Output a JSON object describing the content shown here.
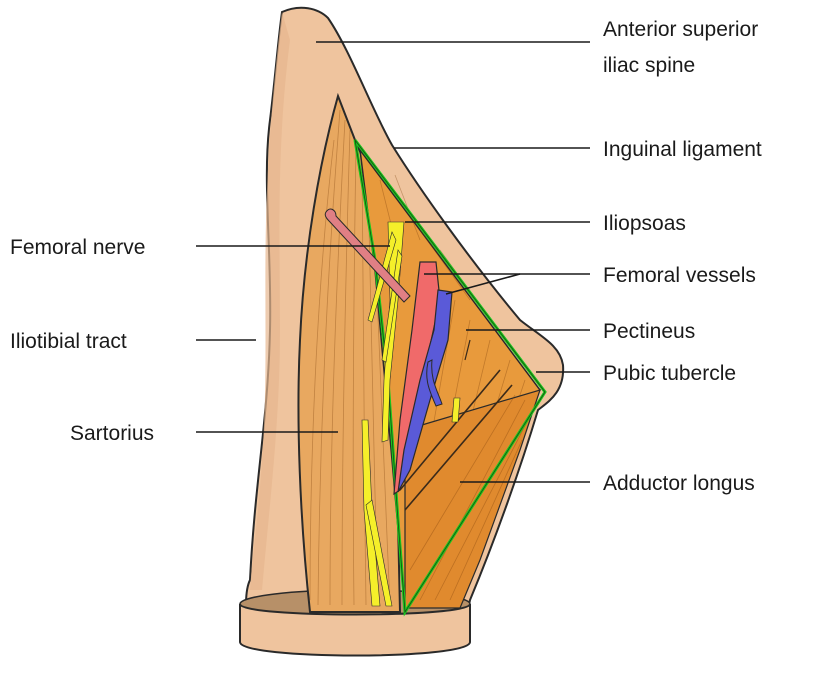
{
  "labels": {
    "asis": "Anterior superior",
    "asis_line2": "iliac spine",
    "inguinal": "Inguinal ligament",
    "iliopsoas": "Iliopsoas",
    "femoral_nerve": "Femoral nerve",
    "femoral_vessels": "Femoral vessels",
    "iliotibial": "Iliotibial tract",
    "pectineus": "Pectineus",
    "pubic": "Pubic tubercle",
    "sartorius": "Sartorius",
    "adductor": "Adductor longus"
  },
  "colors": {
    "skin": "#efc49e",
    "skin_shadow": "#e0a97f",
    "muscle": "#e89a3c",
    "muscle_dark": "#d07f22",
    "artery": "#f06a6a",
    "vein": "#5a5ad8",
    "nerve": "#f5ef2a",
    "triangle_border": "#19c81e",
    "femoral_nerve_cut": "#e07f84"
  }
}
